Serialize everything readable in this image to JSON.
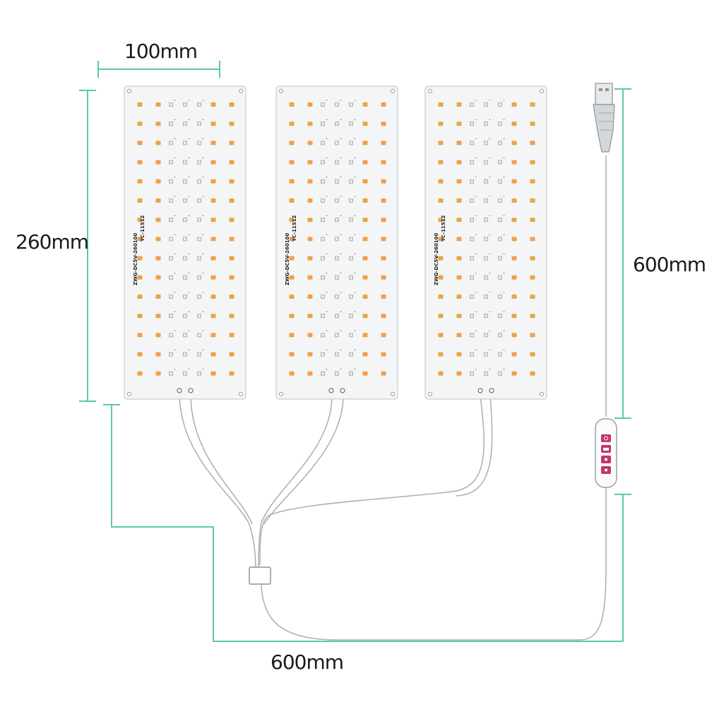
{
  "dimensions": {
    "panel_width": "100mm",
    "panel_height": "260mm",
    "usb_cable_length": "600mm",
    "power_cable_length": "600mm"
  },
  "panels": [
    {
      "model": "ZWG-DC5V-260100",
      "code": "YC-11512"
    },
    {
      "model": "ZWG-DC5V-260100",
      "code": "YC-11512"
    },
    {
      "model": "ZWG-DC5V-260100",
      "code": "YC-11512"
    }
  ],
  "controller": {
    "buttons": [
      "power",
      "timer",
      "dim",
      "mode"
    ]
  },
  "colors": {
    "dimension_line": "#5ec8a6",
    "led_warm": "#f0a04a",
    "led_blue_red": "#cfd6dc",
    "panel": "#f4f5f6",
    "cable": "#a9aeb3",
    "button": "#c2356e"
  }
}
